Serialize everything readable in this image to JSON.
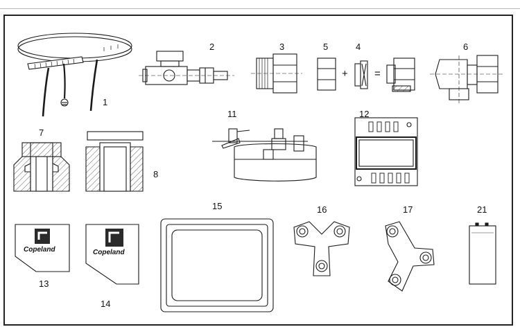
{
  "callouts": {
    "n1": "1",
    "n2": "2",
    "n3": "3",
    "n4": "4",
    "n5": "5",
    "n6": "6",
    "n7": "7",
    "n8": "8",
    "n11": "11",
    "n12": "12",
    "n13": "13",
    "n14": "14",
    "n15": "15",
    "n16": "16",
    "n17": "17",
    "n21": "21"
  },
  "symbols": {
    "plus": "+",
    "equals": "="
  },
  "brand": {
    "label13": "Copeland",
    "label14": "Copeland"
  },
  "colors": {
    "ink": "#1a1a1a",
    "frame": "#222222",
    "gray": "#9a9a9a",
    "badge": "#2a2a2a"
  }
}
